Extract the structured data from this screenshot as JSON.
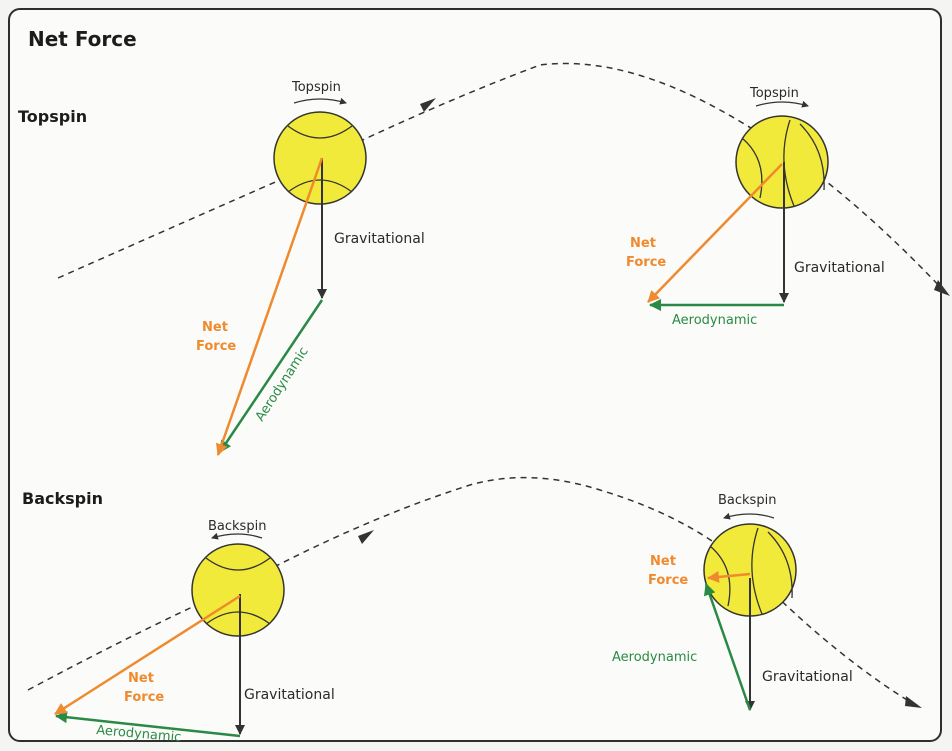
{
  "title": "Net Force",
  "colors": {
    "ball_fill": "#f2ea3a",
    "ball_stroke": "#333333",
    "gravitational": "#333333",
    "net_force": "#ef8a2e",
    "aerodynamic": "#2a8a45",
    "trajectory": "#333333"
  },
  "topspin": {
    "section_label": "Topspin",
    "ball_left": {
      "spin_label": "Topspin",
      "gravitational_label": "Gravitational",
      "net_force_label_line1": "Net",
      "net_force_label_line2": "Force",
      "aerodynamic_label": "Aerodynamic"
    },
    "ball_right": {
      "spin_label": "Topspin",
      "gravitational_label": "Gravitational",
      "net_force_label_line1": "Net",
      "net_force_label_line2": "Force",
      "aerodynamic_label": "Aerodynamic"
    }
  },
  "backspin": {
    "section_label": "Backspin",
    "ball_left": {
      "spin_label": "Backspin",
      "gravitational_label": "Gravitational",
      "net_force_label_line1": "Net",
      "net_force_label_line2": "Force",
      "aerodynamic_label": "Aerodynamic"
    },
    "ball_right": {
      "spin_label": "Backspin",
      "gravitational_label": "Gravitational",
      "net_force_label_line1": "Net",
      "net_force_label_line2": "Force",
      "aerodynamic_label": "Aerodynamic"
    }
  }
}
